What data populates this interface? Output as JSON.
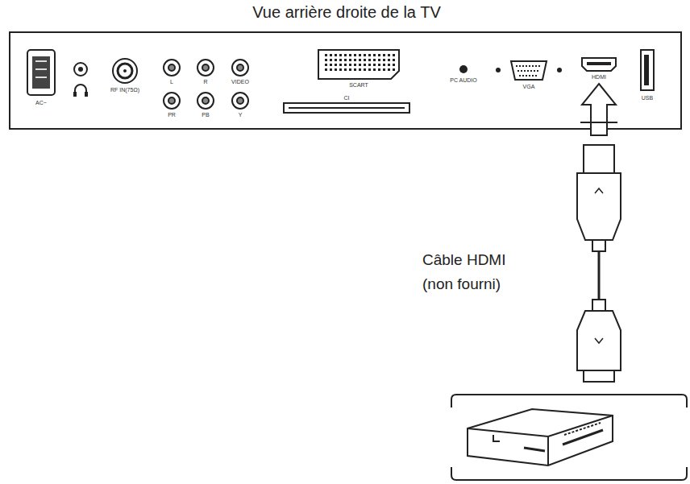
{
  "diagram": {
    "title": "Vue arrière droite de la TV",
    "labels": [
      "AC~",
      "RF IN(75Ω)",
      "L",
      "R",
      "VIDEO",
      "PR",
      "PB",
      "Y",
      "SCART",
      "CI",
      "PC AUDIO",
      "VGA",
      "HDMI",
      "USB",
      "Câble HDMI (non fourni)"
    ]
  }
}
